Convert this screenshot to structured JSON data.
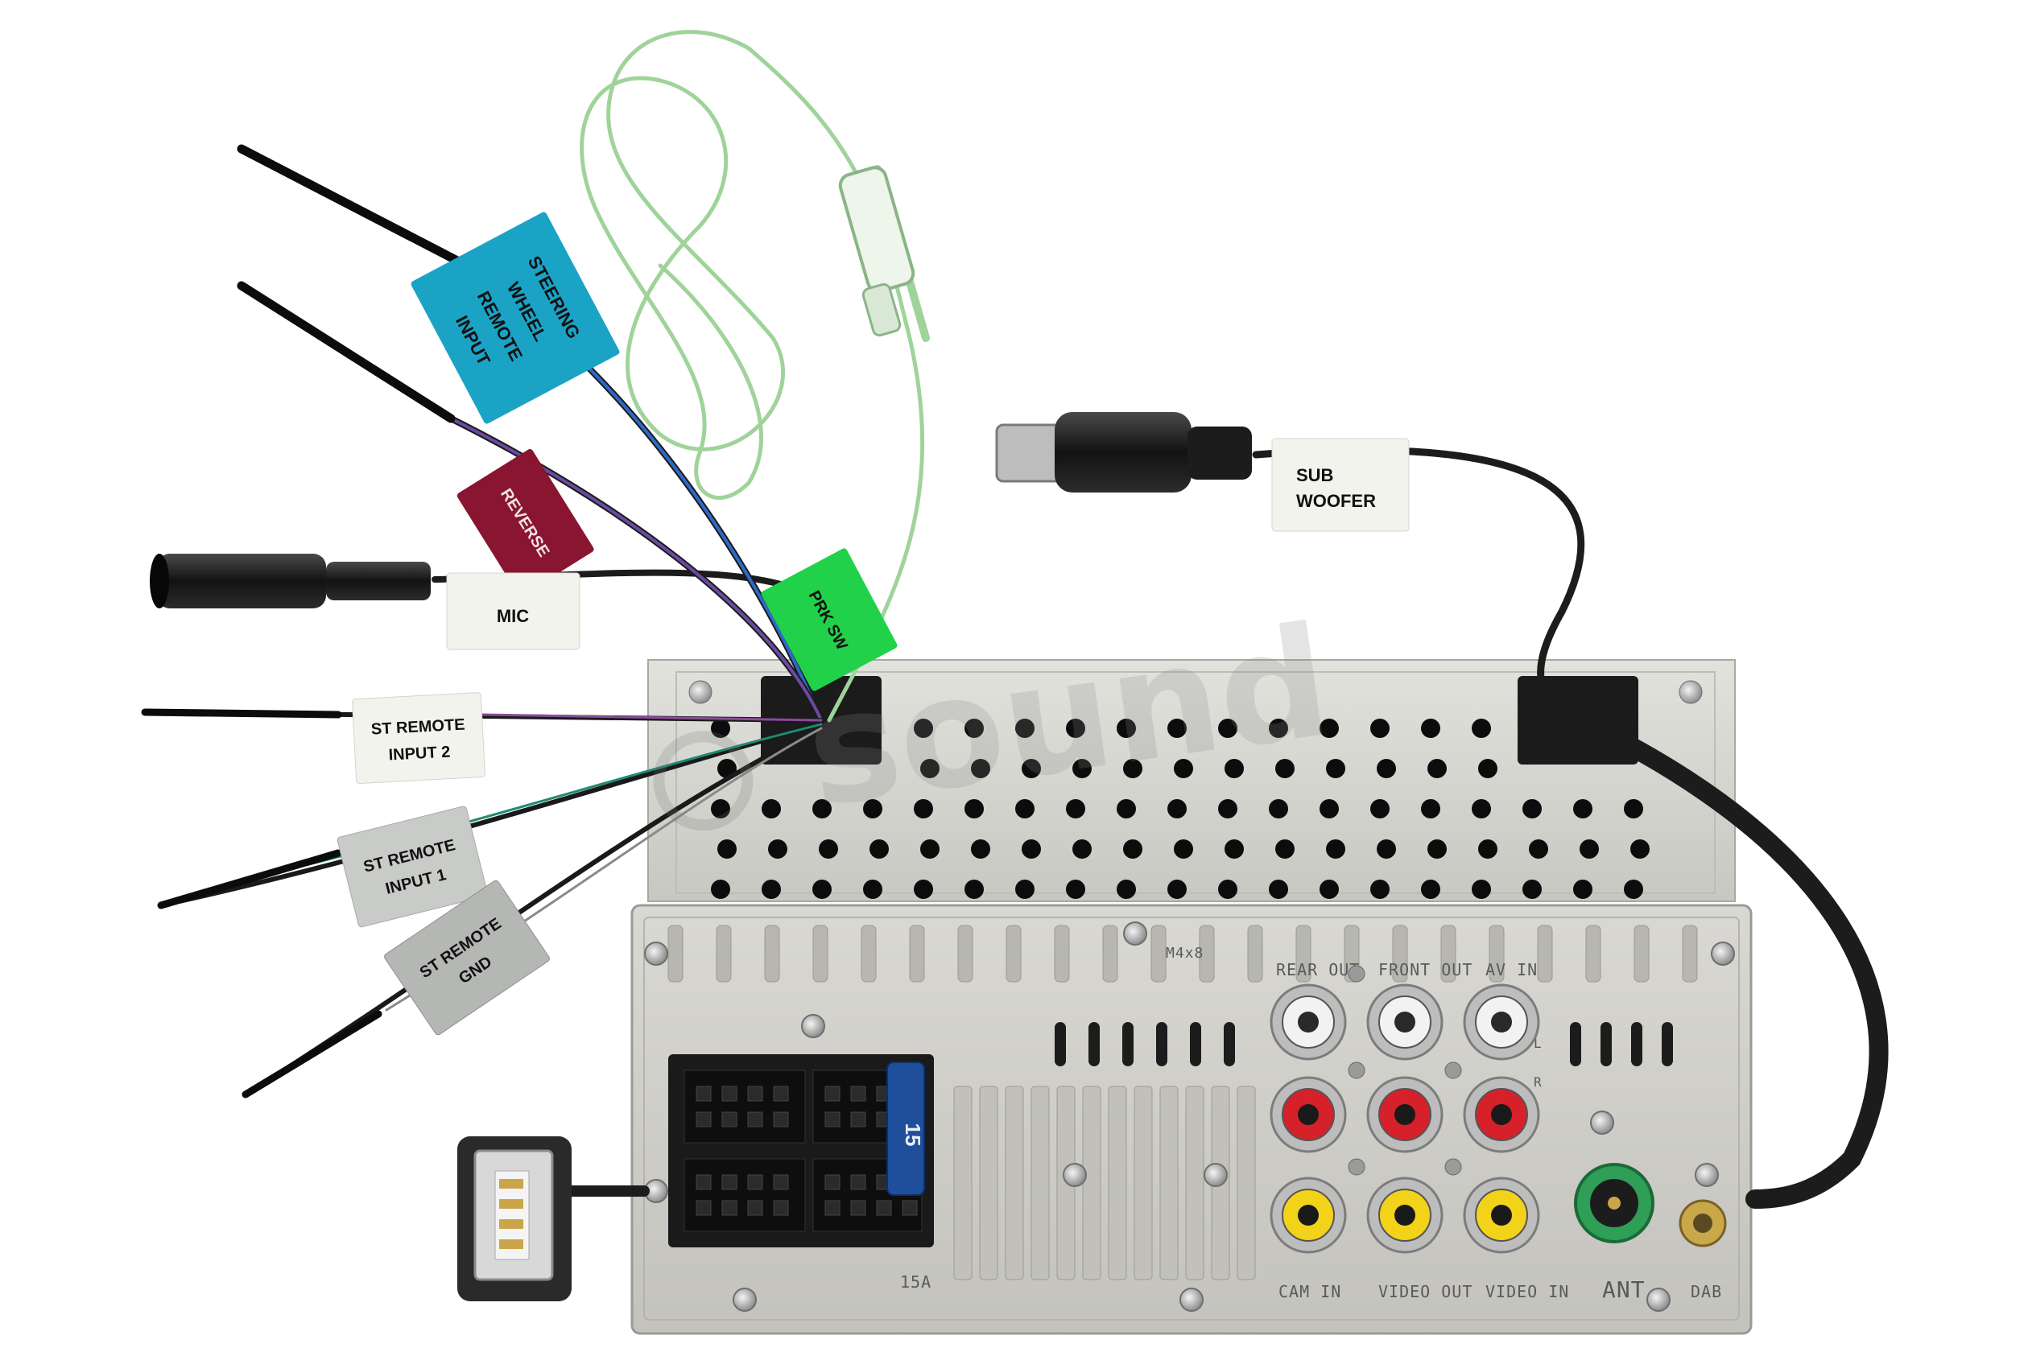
{
  "watermark": "sound",
  "labels": {
    "steering_wheel": [
      "STEERING",
      "WHEEL",
      "REMOTE",
      "INPUT"
    ],
    "reverse": "REVERSE",
    "mic": "MIC",
    "prk_sw": "PRK SW",
    "sub_woofer": [
      "SUB",
      "WOOFER"
    ],
    "st_remote_input_2": [
      "ST REMOTE",
      "INPUT 2"
    ],
    "st_remote_input_1": [
      "ST REMOTE",
      "INPUT 1"
    ],
    "st_remote_gnd": [
      "ST REMOTE",
      "GND"
    ]
  },
  "panel_print": {
    "rear_out": "REAR OUT",
    "front_out": "FRONT OUT",
    "av_in": "AV IN",
    "cam_in": "CAM IN",
    "video_out": "VIDEO OUT",
    "video_in": "VIDEO IN",
    "ant": "ANT",
    "dab": "DAB",
    "fuse_rating": "15A",
    "fuse_label": "15",
    "screw_spec": "M4x8",
    "channel_l": "L",
    "channel_r": "R"
  },
  "colors": {
    "steering_tag": "#1ba3c6",
    "reverse_tag": "#8a1530",
    "prk_tag": "#22d14a",
    "green_wire": "#9fd39a",
    "white_tag": "#f3f3ee",
    "gray_tag": "#c9cbc8",
    "chassis": "#d2d2cc",
    "cable": "#1c1c1c"
  }
}
